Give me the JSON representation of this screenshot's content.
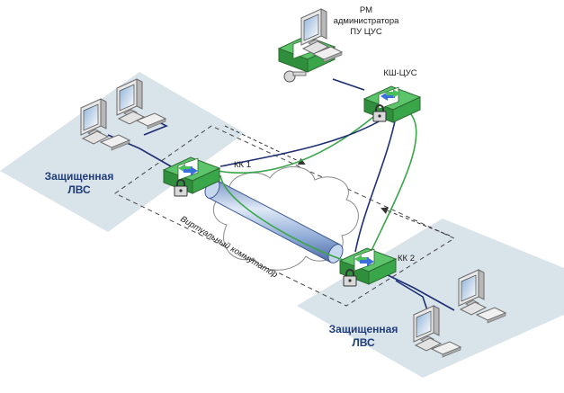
{
  "labels": {
    "admin_workstation": [
      "РМ",
      "администратора",
      "ПУ ЦУС"
    ],
    "kshcus": "КШ-ЦУС",
    "kk1": "КК 1",
    "kk2": "КК 2",
    "lan_top": [
      "Защищенная",
      "ЛВС"
    ],
    "lan_bottom": [
      "Защищенная",
      "ЛВС"
    ],
    "virtual_switch": "Виртуальный коммутатор"
  },
  "colors": {
    "lan_zone": "#d9e3ea",
    "device_green": "#3aa64a",
    "link_blue": "#1e2f74",
    "link_green": "#3aa64a",
    "tunnel": "#9fb9de",
    "cloud_stroke": "#8a8a8a"
  },
  "icons": [
    "computer-icon",
    "keyboard-icon",
    "lock-icon",
    "key-icon",
    "arrow-icon",
    "cloud-icon"
  ]
}
